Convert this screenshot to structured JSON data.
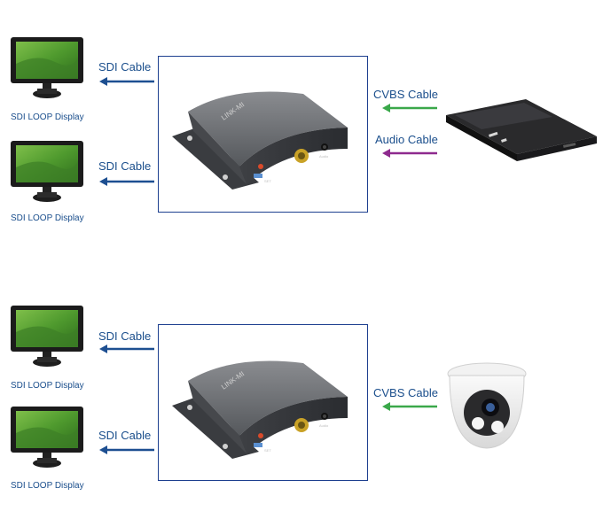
{
  "setup_1": {
    "displays": [
      {
        "caption": "SDI LOOP Display",
        "cable_label": "SDI Cable"
      },
      {
        "caption": "SDI LOOP Display",
        "cable_label": "SDI Cable"
      }
    ],
    "device": {
      "brand_label": "LINK-MI",
      "button_label": "SET",
      "port_label": "Audio"
    },
    "sources": [
      {
        "cable_label": "CVBS Cable",
        "arrow_color": "#3aa84a"
      },
      {
        "cable_label": "Audio Cable",
        "arrow_color": "#8e2a8e"
      }
    ],
    "source_icon": "dvd-player-icon"
  },
  "setup_2": {
    "displays": [
      {
        "caption": "SDI LOOP Display",
        "cable_label": "SDI Cable"
      },
      {
        "caption": "SDI LOOP Display",
        "cable_label": "SDI Cable"
      }
    ],
    "device": {
      "brand_label": "LINK-MI",
      "button_label": "SET",
      "port_label": "Audio"
    },
    "sources": [
      {
        "cable_label": "CVBS Cable",
        "arrow_color": "#3aa84a"
      }
    ],
    "source_icon": "dome-camera-icon"
  },
  "colors": {
    "sdi_arrow": "#1d4f91",
    "frame": "#1d3f8f",
    "label": "#1a4e8c"
  }
}
